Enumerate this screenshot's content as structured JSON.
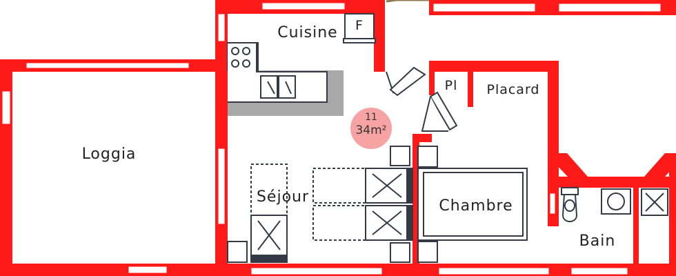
{
  "rooms": {
    "loggia": "Loggia",
    "sejour": "Séjour",
    "cuisine": "Cuisine",
    "chambre": "Chambre",
    "bain": "Bain",
    "placard": "Placard",
    "placard_small": "Pl",
    "fridge": "F"
  },
  "badge": {
    "number": "11",
    "area": "34m²"
  },
  "colors": {
    "wall": "#ff1a1a",
    "window": "#ffffff",
    "furniture": "#333a45",
    "counter": "#a8a8a8",
    "badge": "#f7a3a3"
  }
}
